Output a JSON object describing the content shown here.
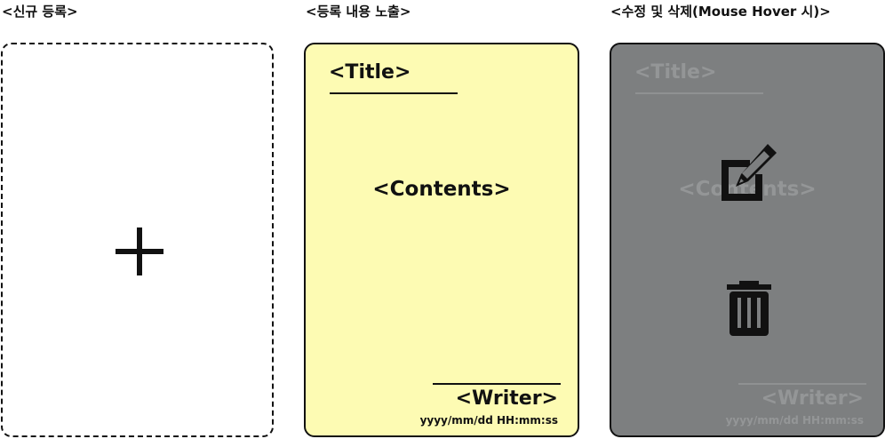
{
  "sections": {
    "new": {
      "label": "<신규 등록>"
    },
    "display": {
      "label": "<등록 내용 노출>"
    },
    "hover": {
      "label": "<수정 및 삭제(Mouse Hover 시)>"
    }
  },
  "new_card": {
    "icon": "plus-icon"
  },
  "display_card": {
    "title": "<Title>",
    "contents": "<Contents>",
    "writer": "<Writer>",
    "datetime": "yyyy/mm/dd HH:mm:ss"
  },
  "hover_card": {
    "title": "<Title>",
    "contents": "<Contents>",
    "writer": "<Writer>",
    "datetime": "yyyy/mm/dd HH:mm:ss",
    "edit_icon": "edit-icon",
    "delete_icon": "trash-icon"
  },
  "colors": {
    "note_yellow": "#fdfbb3",
    "hover_overlay": "#7d7f80",
    "ink": "#111111"
  }
}
